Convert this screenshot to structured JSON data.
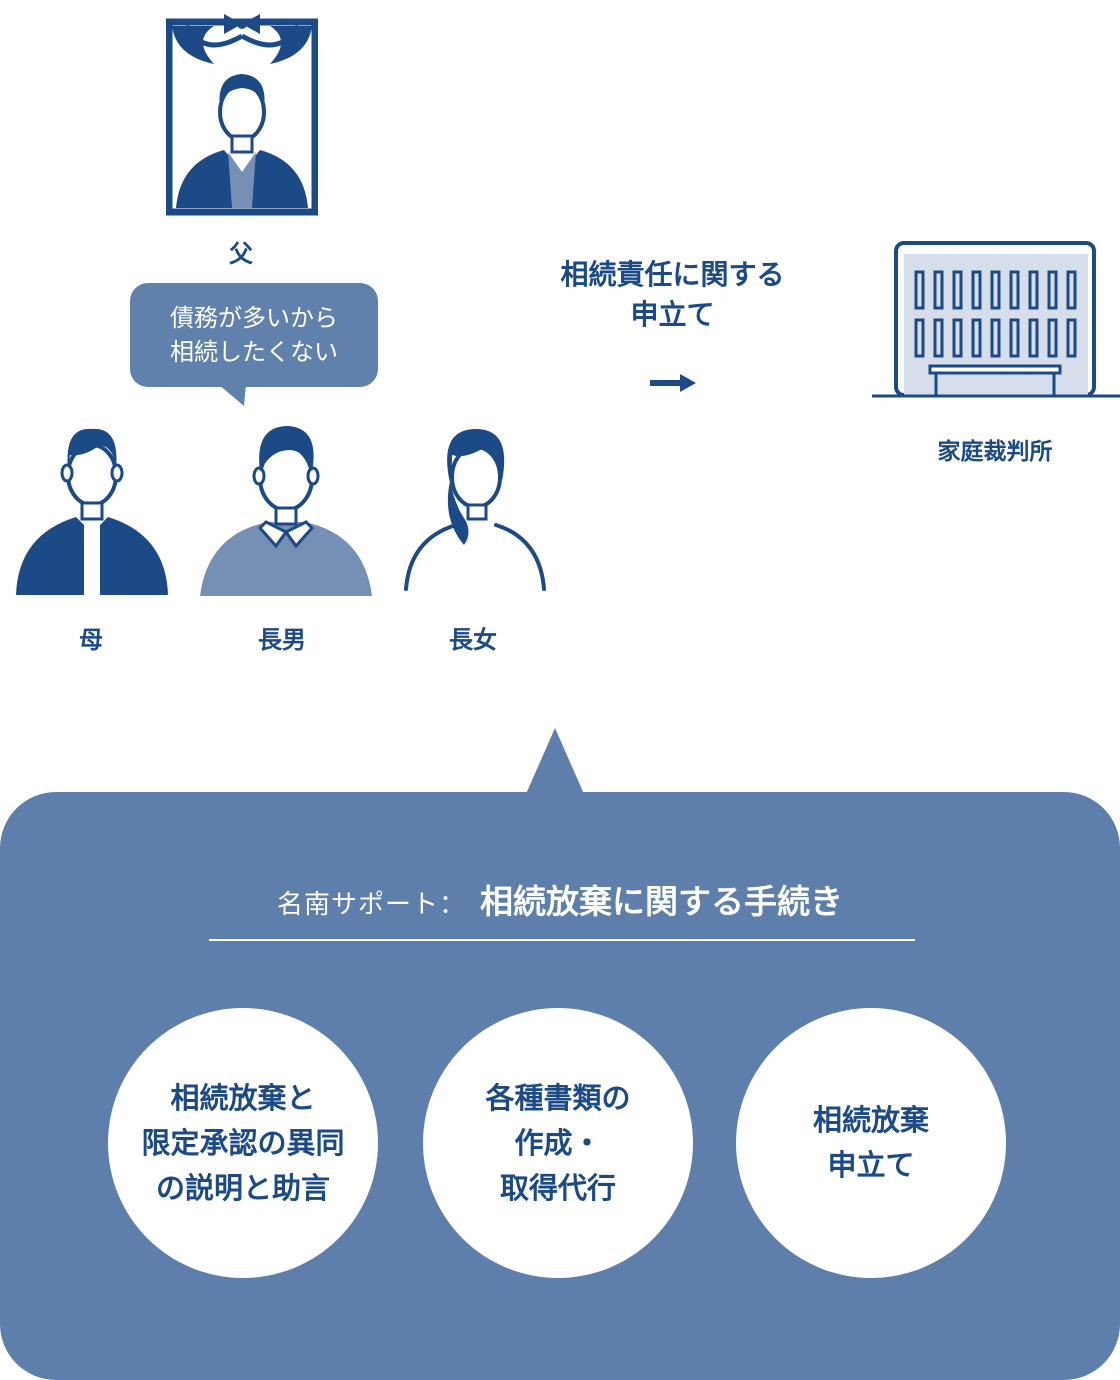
{
  "father": {
    "label": "父"
  },
  "family": {
    "mother": "母",
    "eldest_son": "長男",
    "eldest_daughter": "長女"
  },
  "speech_bubble": {
    "line1": "債務が多いから",
    "line2": "相続したくない"
  },
  "request": {
    "line1": "相続責任に関する",
    "line2": "申立て"
  },
  "court": {
    "label": "家庭裁判所"
  },
  "support": {
    "prefix": "名南サポート：",
    "title": "相続放棄に関する手続き",
    "items": [
      {
        "lines": [
          "相続放棄と",
          "限定承認の異同",
          "の説明と助言"
        ]
      },
      {
        "lines": [
          "各種書類の",
          "作成・",
          "取得代行"
        ]
      },
      {
        "lines": [
          "相続放棄",
          "申立て"
        ]
      }
    ]
  },
  "colors": {
    "navy": "#1b4a87",
    "panel": "#5e7fab",
    "light_blue": "#7590b4",
    "building_fill": "#d5deea"
  }
}
